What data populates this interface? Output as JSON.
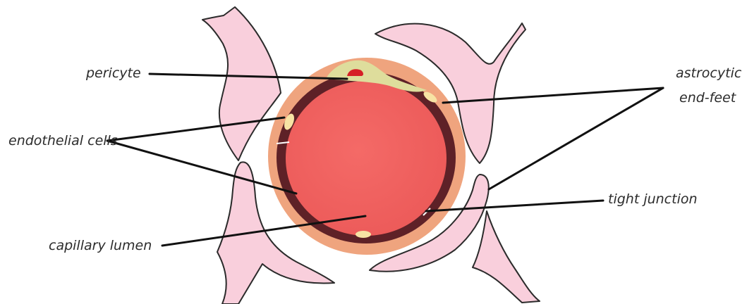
{
  "labels": {
    "pericyte": "pericyte",
    "endothelial_cells": "endothelial cells",
    "capillary_lumen": "capillary lumen",
    "astrocytic_line1": "astrocytic",
    "astrocytic_line2": "end-feet",
    "tight_junction": "tight junction"
  },
  "colors": {
    "astrocyte_fill": "#f9cfdc",
    "basement_membrane": "#efa47e",
    "endothelium": "#5e2127",
    "lumen": "#f2615f",
    "pericyte": "#dedd9c",
    "pericyte_nucleus": "#d61f26",
    "endothelial_nucleus": "#f7e3a4"
  }
}
